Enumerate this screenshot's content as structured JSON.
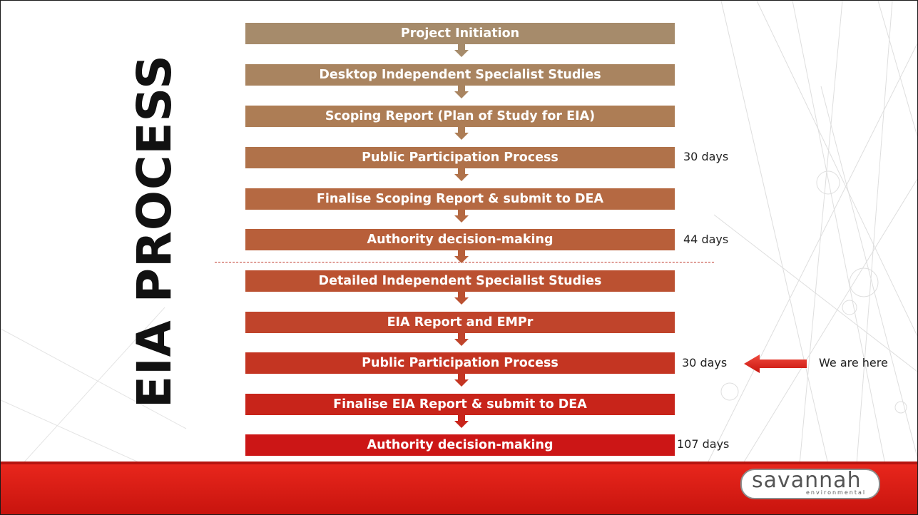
{
  "title": "EIA PROCESS",
  "steps": [
    {
      "label": "Project Initiation",
      "color": "#a68b6b"
    },
    {
      "label": "Desktop Independent Specialist Studies",
      "color": "#a98460"
    },
    {
      "label": "Scoping Report (Plan of Study for EIA)",
      "color": "#ad7d55"
    },
    {
      "label": "Public Participation Process",
      "color": "#b0724a"
    },
    {
      "label": "Finalise Scoping Report & submit to DEA",
      "color": "#b56942"
    },
    {
      "label": "Authority decision-making",
      "color": "#b85f3a"
    },
    {
      "label": "Detailed Independent Specialist Studies",
      "color": "#bb5131"
    },
    {
      "label": "EIA Report and EMPr",
      "color": "#c0442b"
    },
    {
      "label": "Public Participation Process",
      "color": "#c43522"
    },
    {
      "label": "Finalise EIA Report & submit to DEA",
      "color": "#c8241a"
    },
    {
      "label": "Authority decision-making",
      "color": "#cc1616"
    }
  ],
  "durations": {
    "step4": "30 days",
    "step6": "44 days",
    "step9": "30 days",
    "step11": "107 days"
  },
  "current_marker": {
    "label": "We are here",
    "icon": "left-arrow-icon",
    "color": "#e8231b"
  },
  "logo": {
    "main": "savannah",
    "sub": "environmental"
  },
  "colors": {
    "footer": "#d81c14",
    "divider": "#c0392b"
  }
}
